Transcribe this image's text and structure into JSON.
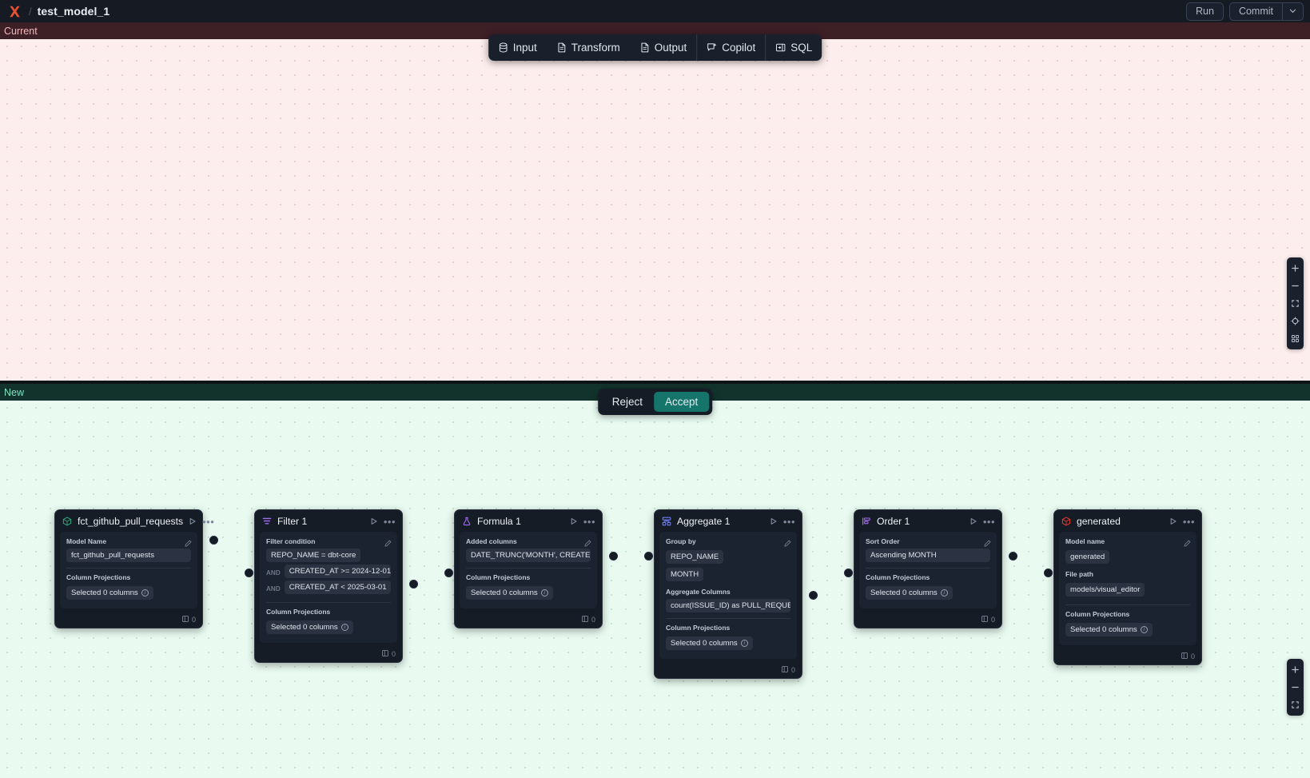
{
  "topbar": {
    "logo": "hex-logo-icon",
    "separator": "/",
    "title": "test_model_1",
    "run_label": "Run",
    "commit_label": "Commit",
    "commit_caret": "chevron-down-icon"
  },
  "toolbar": {
    "items": [
      {
        "icon": "database-icon",
        "label": "Input"
      },
      {
        "icon": "document-icon",
        "label": "Transform"
      },
      {
        "icon": "document-icon",
        "label": "Output"
      },
      {
        "icon": "copilot-sparkle-icon",
        "label": "Copilot"
      },
      {
        "icon": "sql-panel-icon",
        "label": "SQL"
      }
    ]
  },
  "panes": {
    "current": {
      "label": "Current"
    },
    "new": {
      "label": "New"
    }
  },
  "decision": {
    "reject_label": "Reject",
    "accept_label": "Accept",
    "accent": "#16756b"
  },
  "zoom_controls": {
    "top": [
      "plus-icon",
      "minus-icon",
      "fit-screen-icon",
      "recenter-icon",
      "grid-layout-icon"
    ],
    "bottom": [
      "plus-icon",
      "minus-icon",
      "fit-screen-icon"
    ]
  },
  "graph": {
    "nodes": [
      {
        "id": "source",
        "icon": "cube-green-icon",
        "title": "fct_github_pull_requests",
        "fields": [
          {
            "label": "Model Name",
            "chips": [
              "fct_github_pull_requests"
            ]
          },
          {
            "label": "Column Projections",
            "chips": [
              "Selected 0 columns"
            ],
            "info": true
          }
        ],
        "footer_count": "0"
      },
      {
        "id": "filter",
        "icon": "filter-icon",
        "title": "Filter 1",
        "fields": [
          {
            "label": "Filter condition",
            "rows": [
              {
                "kw": "",
                "chip": "REPO_NAME = dbt-core"
              },
              {
                "kw": "AND",
                "chip": "CREATED_AT >= 2024-12-01"
              },
              {
                "kw": "AND",
                "chip": "CREATED_AT < 2025-03-01"
              }
            ]
          },
          {
            "label": "Column Projections",
            "chips": [
              "Selected 0 columns"
            ],
            "info": true
          }
        ],
        "footer_count": "0"
      },
      {
        "id": "formula",
        "icon": "formula-icon",
        "title": "Formula 1",
        "fields": [
          {
            "label": "Added columns",
            "chips": [
              "DATE_TRUNC('MONTH', CREATED_AT..."
            ]
          },
          {
            "label": "Column Projections",
            "chips": [
              "Selected 0 columns"
            ],
            "info": true
          }
        ],
        "footer_count": "0"
      },
      {
        "id": "aggregate",
        "icon": "aggregate-icon",
        "title": "Aggregate 1",
        "fields": [
          {
            "label": "Group by",
            "chips": [
              "REPO_NAME",
              "MONTH"
            ],
            "stack": true
          },
          {
            "label": "Aggregate Columns",
            "chips": [
              "count(ISSUE_ID) as PULL_REQUEST_..."
            ]
          },
          {
            "label": "Column Projections",
            "chips": [
              "Selected 0 columns"
            ],
            "info": true
          }
        ],
        "footer_count": "0"
      },
      {
        "id": "order",
        "icon": "order-icon",
        "title": "Order 1",
        "fields": [
          {
            "label": "Sort Order",
            "chips": [
              "Ascending MONTH"
            ]
          },
          {
            "label": "Column Projections",
            "chips": [
              "Selected 0 columns"
            ],
            "info": true
          }
        ],
        "footer_count": "0"
      },
      {
        "id": "generated",
        "icon": "cube-red-icon",
        "title": "generated",
        "fields": [
          {
            "label": "Model name",
            "chips": [
              "generated"
            ]
          },
          {
            "label": "File path",
            "chips": [
              "models/visual_editor"
            ]
          },
          {
            "label": "Column Projections",
            "chips": [
              "Selected 0 columns"
            ],
            "info": true
          }
        ],
        "footer_count": "0"
      }
    ]
  }
}
